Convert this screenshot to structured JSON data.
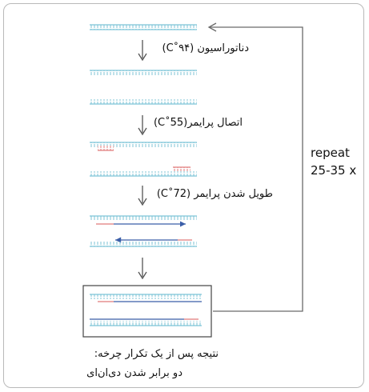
{
  "steps": {
    "denature": "دناتوراسیون (۹۴˚C)",
    "anneal": "اتصال پرایمر(55˚C)",
    "extend": "طویل شدن پرایمر (72˚C)"
  },
  "repeat": {
    "word": "repeat",
    "count": "25-35 x"
  },
  "result": {
    "line1": "نتیجه پس از یک تکرار چرخه:",
    "line2": "دو برابر شدن دی‌ان‌ای"
  },
  "colors": {
    "dna": "#7cc3d6",
    "primer": "#e07b7b",
    "new_strand": "#3b5ea8",
    "arrow": "#555555",
    "box": "#444444",
    "loop": "#6a6a6a"
  }
}
